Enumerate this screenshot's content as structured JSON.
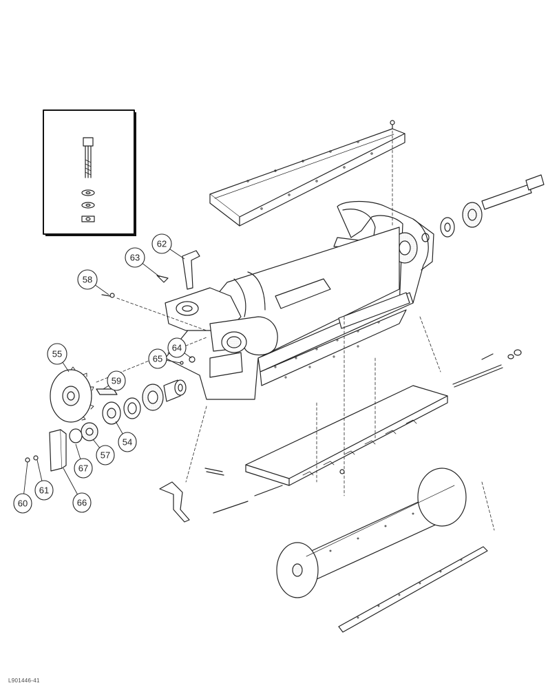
{
  "figure_code": "L901446-41",
  "callouts": [
    {
      "id": "55",
      "label": "55"
    },
    {
      "id": "59",
      "label": "59"
    },
    {
      "id": "54",
      "label": "54"
    },
    {
      "id": "57",
      "label": "57"
    },
    {
      "id": "67",
      "label": "67"
    },
    {
      "id": "66",
      "label": "66"
    },
    {
      "id": "61",
      "label": "61"
    },
    {
      "id": "60",
      "label": "60"
    },
    {
      "id": "58",
      "label": "58"
    },
    {
      "id": "63",
      "label": "63"
    },
    {
      "id": "62",
      "label": "62"
    },
    {
      "id": "64",
      "label": "64"
    },
    {
      "id": "65",
      "label": "65"
    }
  ],
  "inset": {
    "content": "bolt-washer-nut-stack"
  }
}
